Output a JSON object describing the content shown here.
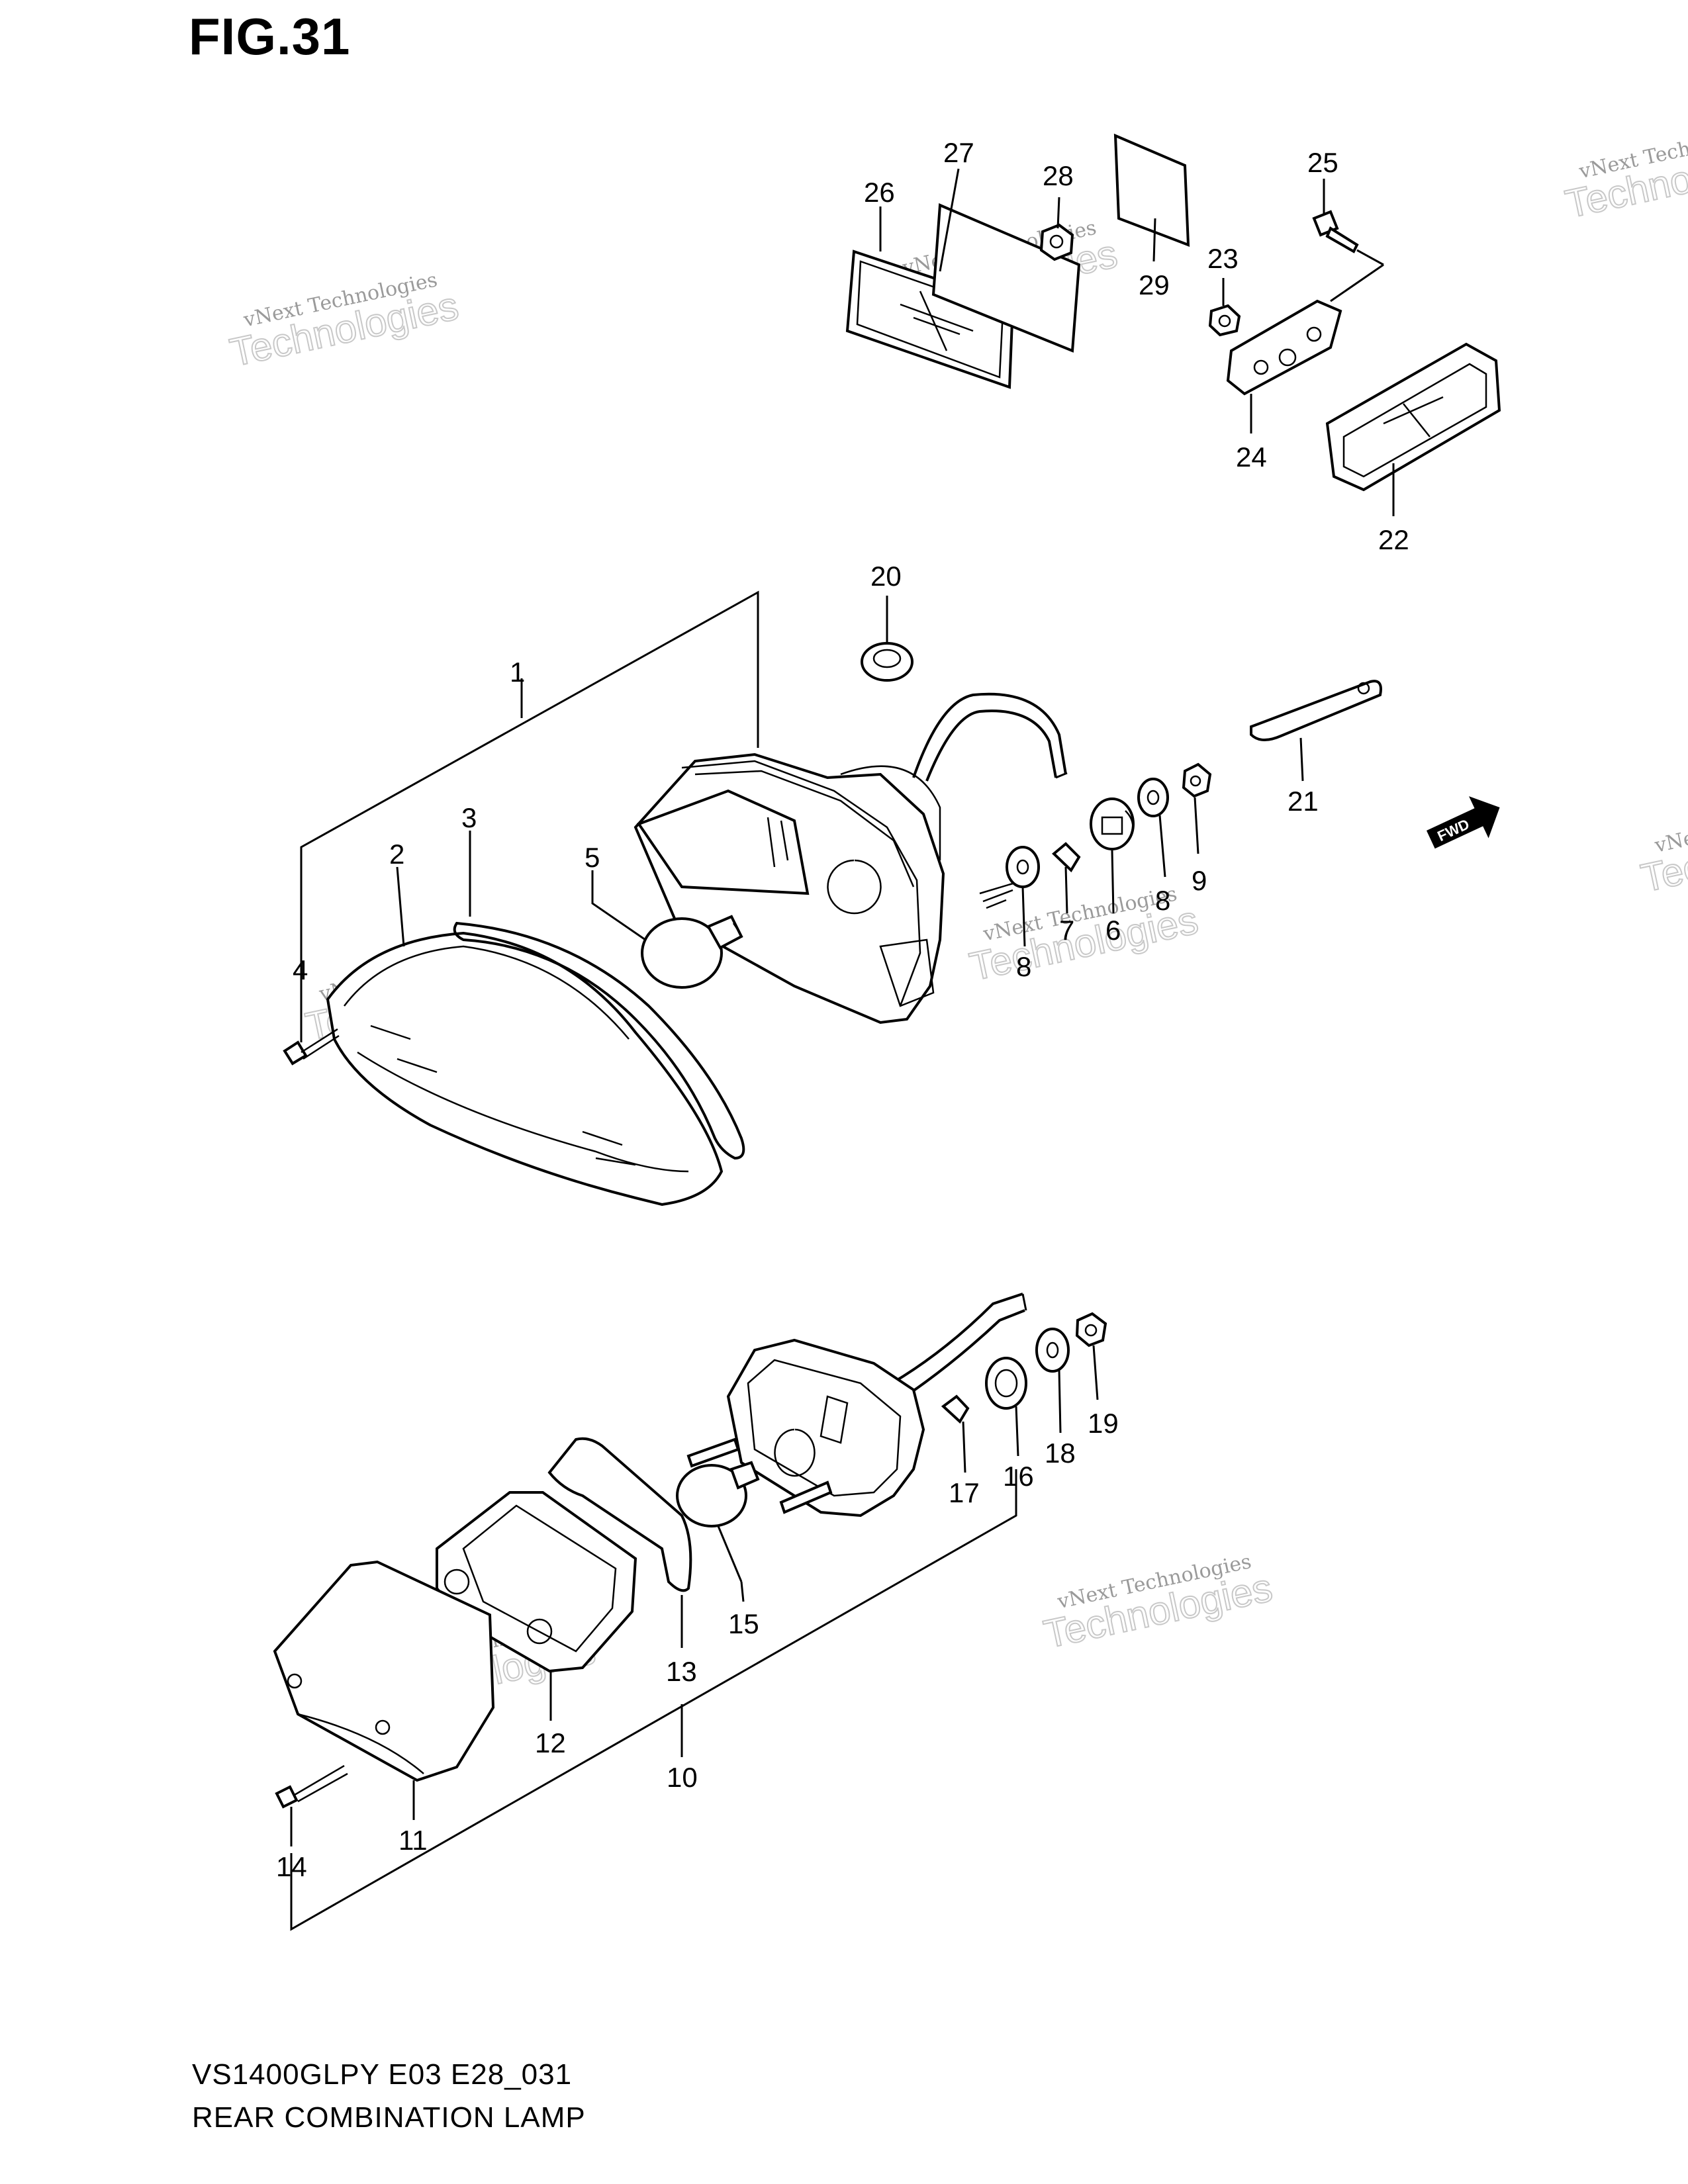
{
  "figure": {
    "title": "FIG.31",
    "model_code": "VS1400GLPY E03 E28_031",
    "caption": "REAR COMBINATION LAMP"
  },
  "fwd_badge": "FWD",
  "watermark": {
    "line1": "vNext Technologies",
    "line2": "Technologies",
    "line3": "vNext"
  },
  "parts": [
    {
      "id": "1",
      "label": "1"
    },
    {
      "id": "2",
      "label": "2"
    },
    {
      "id": "3",
      "label": "3"
    },
    {
      "id": "4",
      "label": "4"
    },
    {
      "id": "5",
      "label": "5"
    },
    {
      "id": "6",
      "label": "6"
    },
    {
      "id": "7",
      "label": "7"
    },
    {
      "id": "8",
      "label": "8"
    },
    {
      "id": "8b",
      "label": "8"
    },
    {
      "id": "9",
      "label": "9"
    },
    {
      "id": "10",
      "label": "10"
    },
    {
      "id": "11",
      "label": "11"
    },
    {
      "id": "12",
      "label": "12"
    },
    {
      "id": "13",
      "label": "13"
    },
    {
      "id": "14",
      "label": "14"
    },
    {
      "id": "15",
      "label": "15"
    },
    {
      "id": "16",
      "label": "16"
    },
    {
      "id": "17",
      "label": "17"
    },
    {
      "id": "18",
      "label": "18"
    },
    {
      "id": "19",
      "label": "19"
    },
    {
      "id": "20",
      "label": "20"
    },
    {
      "id": "21",
      "label": "21"
    },
    {
      "id": "22",
      "label": "22"
    },
    {
      "id": "23",
      "label": "23"
    },
    {
      "id": "24",
      "label": "24"
    },
    {
      "id": "25",
      "label": "25"
    },
    {
      "id": "26",
      "label": "26"
    },
    {
      "id": "27",
      "label": "27"
    },
    {
      "id": "28",
      "label": "28"
    },
    {
      "id": "29",
      "label": "29"
    }
  ]
}
